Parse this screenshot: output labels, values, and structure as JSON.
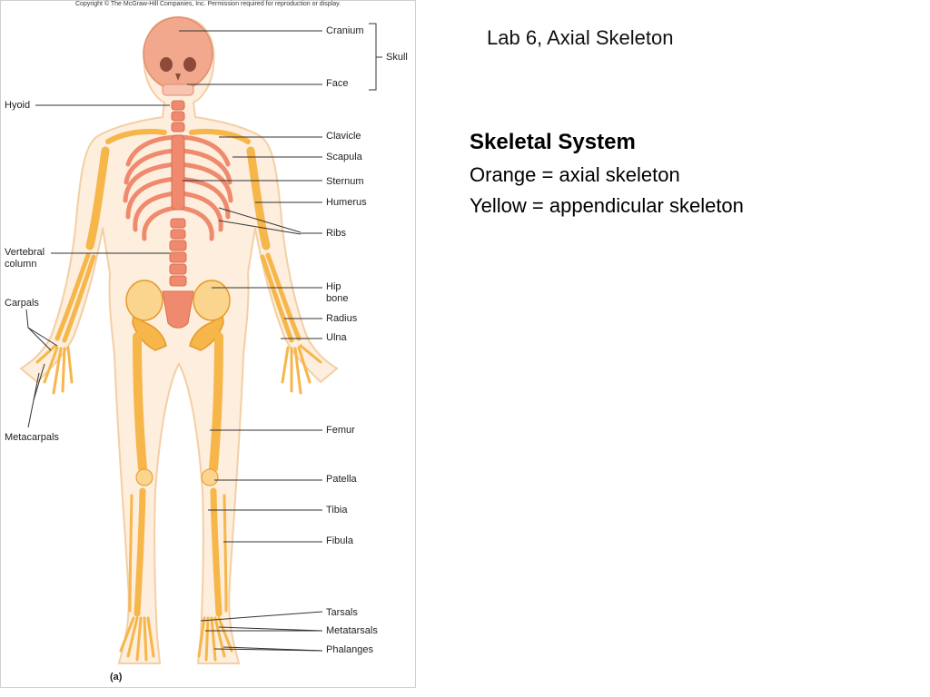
{
  "slide_title": "Lab 6, Axial Skeleton",
  "legend": {
    "heading": "Skeletal System",
    "lines": [
      "Orange = axial skeleton",
      "Yellow = appendicular skeleton"
    ]
  },
  "figure": {
    "copyright": "Copyright © The McGraw-Hill Companies, Inc. Permission required for reproduction or display.",
    "caption": "(a)",
    "labels": {
      "cranium": "Cranium",
      "face": "Face",
      "skull": "Skull",
      "hyoid": "Hyoid",
      "clavicle": "Clavicle",
      "scapula": "Scapula",
      "sternum": "Sternum",
      "humerus": "Humerus",
      "ribs": "Ribs",
      "vertebral_column": "Vertebral\ncolumn",
      "hip_bone": "Hip\nbone",
      "radius": "Radius",
      "carpals": "Carpals",
      "ulna": "Ulna",
      "metacarpals": "Metacarpals",
      "femur": "Femur",
      "patella": "Patella",
      "tibia": "Tibia",
      "fibula": "Fibula",
      "tarsals": "Tarsals",
      "metatarsals": "Metatarsals",
      "phalanges": "Phalanges"
    },
    "colors": {
      "axial": "#ef8a6e",
      "appendicular": "#f6b64a",
      "body_outline": "#fbe3c8",
      "leader_line": "#333333"
    }
  }
}
